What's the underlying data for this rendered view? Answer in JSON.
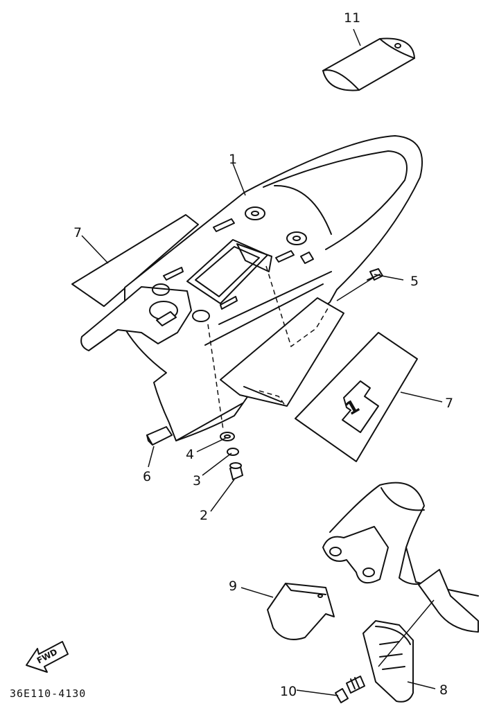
{
  "diagram": {
    "part_labels": {
      "p1": "1",
      "p2": "2",
      "p3": "3",
      "p4": "4",
      "p5": "5",
      "p6": "6",
      "p7_left": "7",
      "p7_right": "7",
      "p8": "8",
      "p9": "9",
      "p10": "10",
      "p11": "11"
    },
    "fwd_label": "FWD",
    "plate_number": "1",
    "catalog_code": "36E110-4130"
  }
}
